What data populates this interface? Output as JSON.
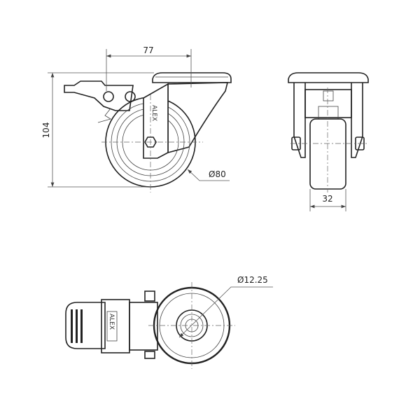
{
  "dimensions": {
    "offset": "77",
    "height": "104",
    "wheel_diameter": "Ø80",
    "wheel_width": "32",
    "bolt_hole_diameter": "Ø12.25"
  },
  "logo_text": "ALEX",
  "colors": {
    "line": "#222222",
    "background": "#ffffff"
  }
}
